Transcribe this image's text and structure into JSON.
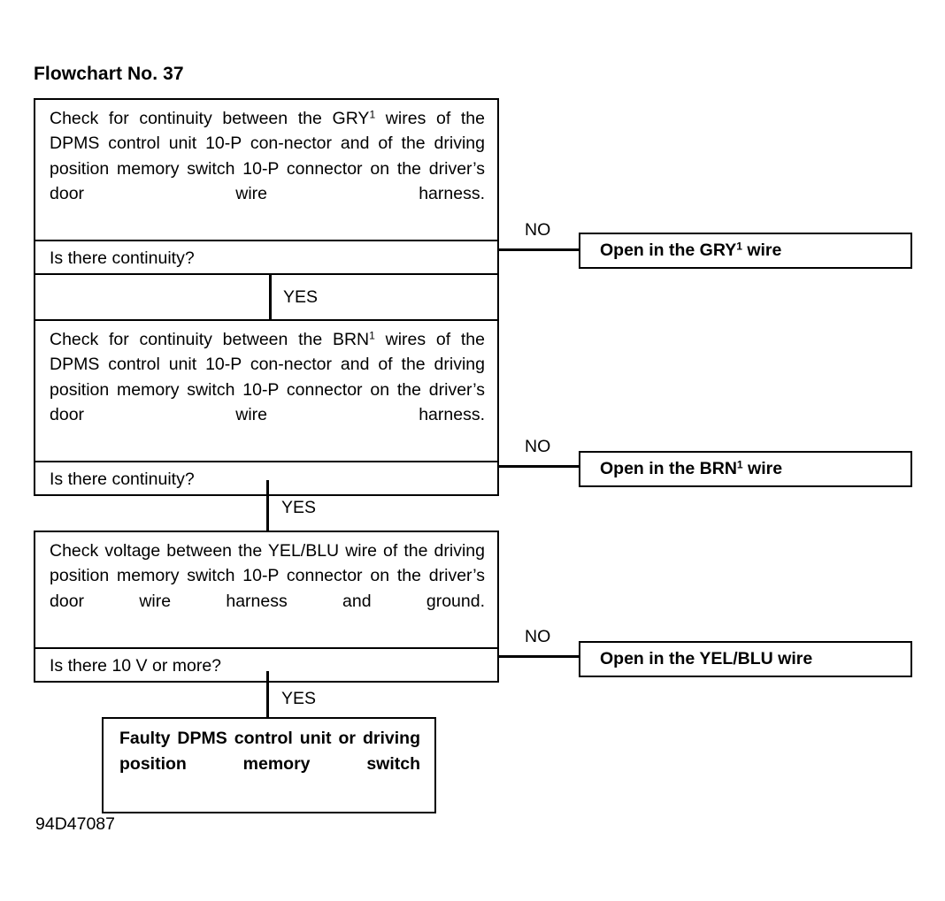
{
  "title": "Flowchart No. 37",
  "footer_code": "94D47087",
  "labels": {
    "yes": "YES",
    "no": "NO"
  },
  "steps": [
    {
      "id": "step-gry",
      "instruction": "Check for continuity between the GRY¹ wires of the DPMS control unit 10-P connector and of the driving position memory switch 10-P connector on the  driver’s door wire harness.",
      "question": "Is there continuity?",
      "yes_label": "YES",
      "no_label": "NO",
      "no_result": "Open in the GRY¹ wire"
    },
    {
      "id": "step-brn",
      "instruction": "Check for continuity between the BRN¹ wires of the DPMS control unit 10-P connector and of the driving position memory switch 10-P connector on the driver’s door wire harness.",
      "question": "Is there continuity?",
      "yes_label": "YES",
      "no_label": "NO",
      "no_result": "Open in the BRN¹ wire"
    },
    {
      "id": "step-yelblu",
      "instruction": "Check voltage between the YEL/BLU wire of the driving position memory switch 10-P connector on the driver’s door wire harness and ground.",
      "question": "Is there 10 V or more?",
      "yes_label": "YES",
      "no_label": "NO",
      "no_result": "Open in the YEL/BLU wire"
    }
  ],
  "terminal": {
    "text": "Faulty DPMS control unit or driving position memory switch"
  },
  "colors": {
    "ink": "#000000",
    "paper": "#ffffff"
  }
}
